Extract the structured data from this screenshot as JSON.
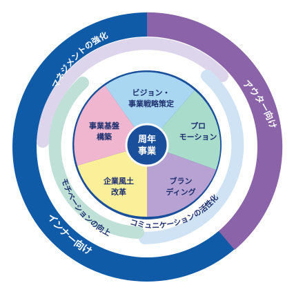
{
  "colors": {
    "inner_navy": "#0f5ba8",
    "outer_purple": "#8a63a8",
    "band_light_blue": "#cfe3f4",
    "band_lavender": "#d6cce8",
    "band_mint": "#bfe0d6",
    "segment_vision": "#a9d7f2",
    "segment_promotion": "#a9dccb",
    "segment_branding": "#b8a2d3",
    "segment_culture": "#fbef9a",
    "segment_foundation": "#f0b6cf",
    "center": "#1a4f9c",
    "text_navy": "#1d2f6f"
  },
  "outer_ring": {
    "inner_label": "インナー向け",
    "outer_label": "アウター向け"
  },
  "arc_labels": {
    "management": "マネジメントの強化",
    "motivation": "モチベーションの向上",
    "communication": "コミュニケーションの活性化"
  },
  "segments": {
    "vision_line1": "ビジョン・",
    "vision_line2": "事業戦略策定",
    "promotion_line1": "プロ",
    "promotion_line2": "モーション",
    "branding_line1": "ブラン",
    "branding_line2": "ディング",
    "culture_line1": "企業風土",
    "culture_line2": "改革",
    "foundation_line1": "事業基盤",
    "foundation_line2": "構築"
  },
  "center": {
    "line1": "周年",
    "line2": "事業"
  }
}
